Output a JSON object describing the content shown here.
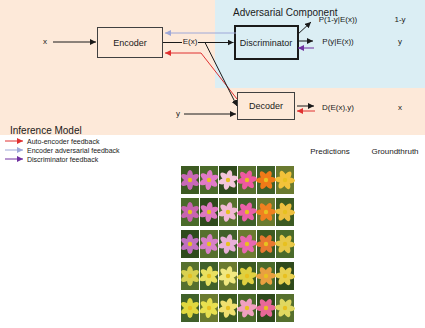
{
  "diagram": {
    "nodes": [
      {
        "text": [
          "Inference Model"
        ]
      },
      {
        "text": [
          "Encoder"
        ],
        "in": 0
      },
      {
        "text": [
          "Adversarial Component"
        ],
        "in": 0
      },
      {
        "text": [
          "Discriminator"
        ],
        "in": 2
      },
      {
        "text": [
          "Decoder"
        ],
        "in": 0
      }
    ],
    "edges": [
      {
        "from": 1,
        "to": 3,
        "arrow": "to"
      },
      {
        "from": 1,
        "to": 4,
        "arrow": "to"
      }
    ],
    "labels": [
      "P(1-y|E(x))",
      "1-y",
      "x",
      "E(x)",
      "P(y|E(x))",
      "y",
      "y",
      "D(E(x),y)",
      "x",
      "Predictions",
      "Groundthruth"
    ],
    "legend": [
      {
        "text": "Auto-encoder feedback"
      },
      {
        "text": "Encoder adversarial feedback"
      },
      {
        "text": "Discriminator feedback"
      }
    ]
  }
}
